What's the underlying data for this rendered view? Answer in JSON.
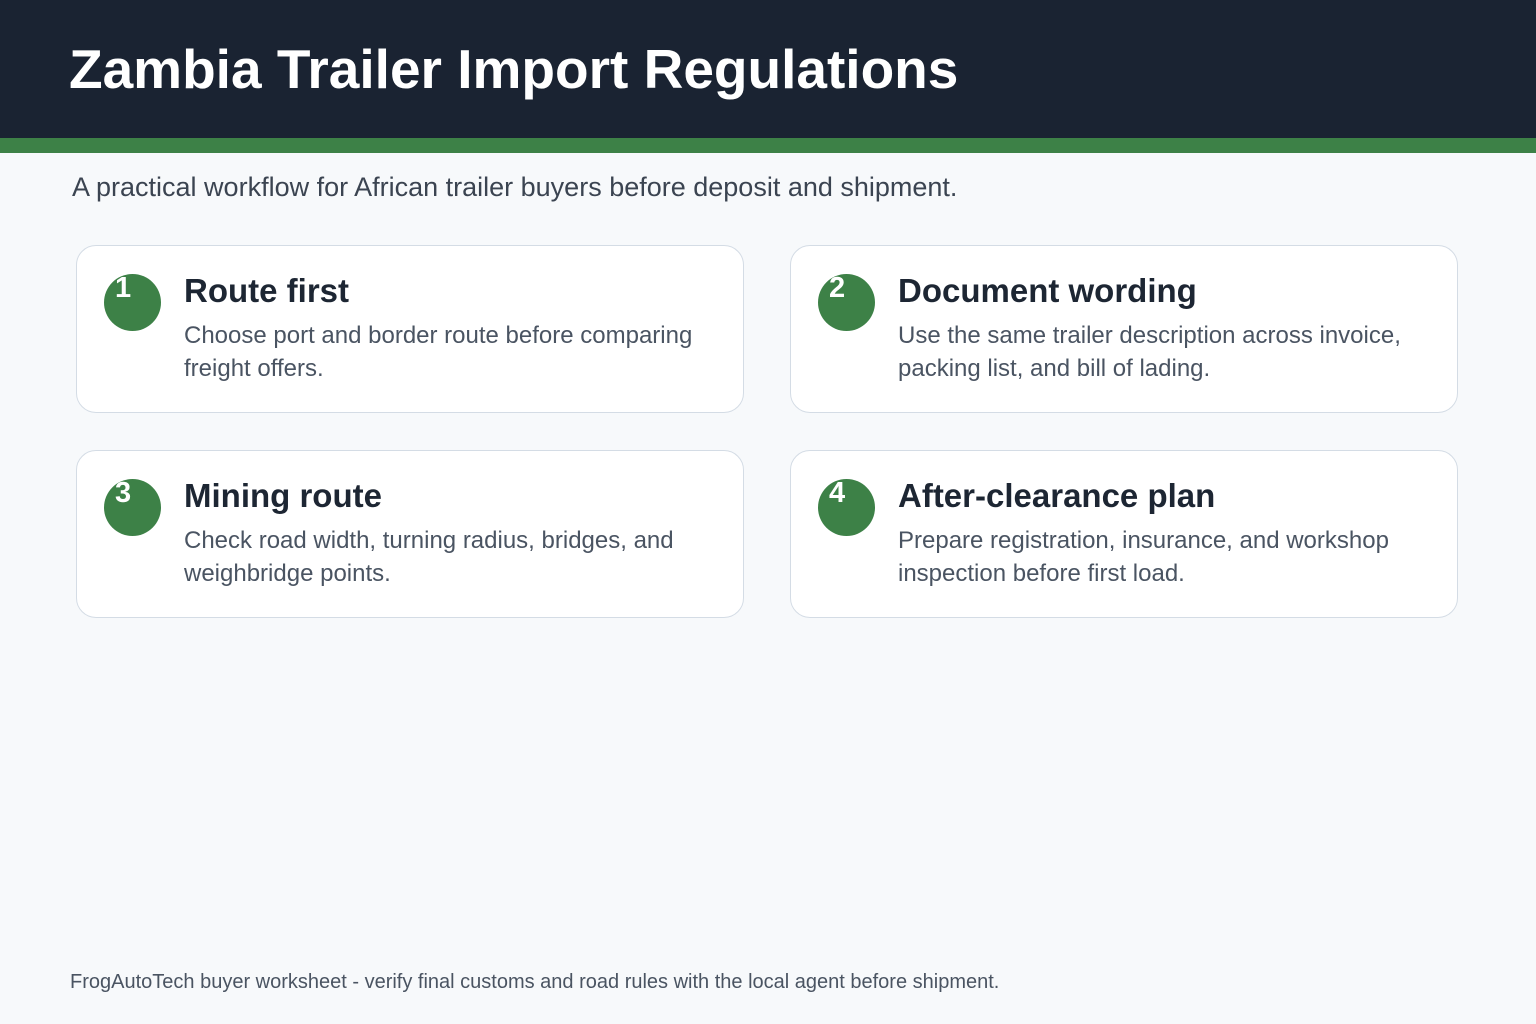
{
  "header": {
    "title": "Zambia Trailer Import Regulations"
  },
  "subtitle": "A practical workflow for African trailer buyers before deposit and shipment.",
  "steps": [
    {
      "number": "1",
      "title": "Route first",
      "body": "Choose port and border route before comparing freight offers."
    },
    {
      "number": "2",
      "title": "Document wording",
      "body": "Use the same trailer description across invoice, packing list, and bill of lading."
    },
    {
      "number": "3",
      "title": "Mining route",
      "body": "Check road width, turning radius, bridges, and weighbridge points."
    },
    {
      "number": "4",
      "title": "After-clearance plan",
      "body": "Prepare registration, insurance, and workshop inspection before first load."
    }
  ],
  "footer": "FrogAutoTech buyer worksheet - verify final customs and road rules with the local agent before shipment.",
  "colors": {
    "header_bg": "#1a2332",
    "accent": "#3d8147",
    "page_bg": "#f7f9fb"
  }
}
